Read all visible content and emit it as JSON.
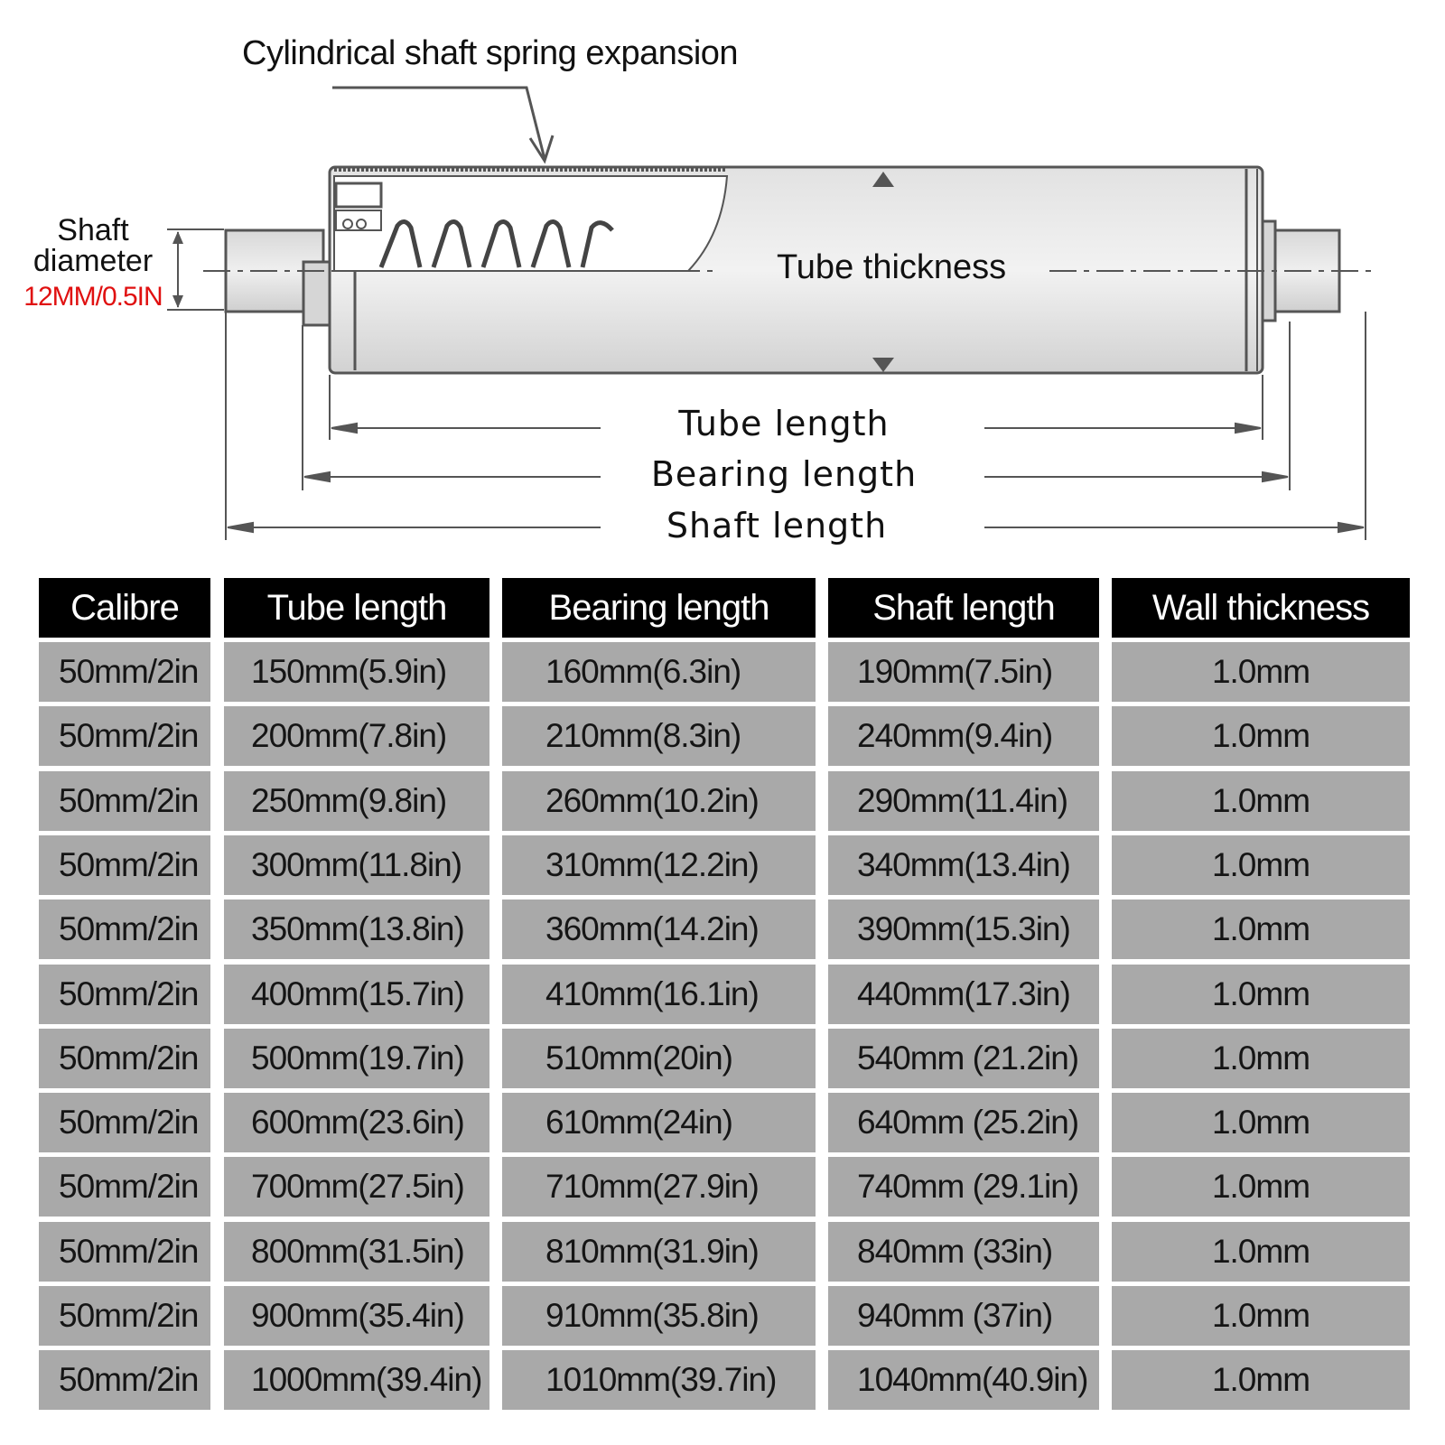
{
  "diagram": {
    "spring_label": "Cylindrical shaft spring expansion",
    "shaft_diameter_label": "Shaft diameter",
    "shaft_diameter_value": "12MM/0.5IN",
    "tube_thickness_label": "Tube thickness",
    "tube_length_label": "Tube length",
    "bearing_length_label": "Bearing length",
    "shaft_length_label": "Shaft length",
    "accent_color": "#e01010"
  },
  "table": {
    "headers": [
      "Calibre",
      "Tube length",
      "Bearing length",
      "Shaft length",
      "Wall thickness"
    ],
    "rows": [
      [
        "50mm/2in",
        "150mm(5.9in)",
        "160mm(6.3in)",
        "190mm(7.5in)",
        "1.0mm"
      ],
      [
        "50mm/2in",
        "200mm(7.8in)",
        "210mm(8.3in)",
        "240mm(9.4in)",
        "1.0mm"
      ],
      [
        "50mm/2in",
        "250mm(9.8in)",
        "260mm(10.2in)",
        "290mm(11.4in)",
        "1.0mm"
      ],
      [
        "50mm/2in",
        "300mm(11.8in)",
        "310mm(12.2in)",
        "340mm(13.4in)",
        "1.0mm"
      ],
      [
        "50mm/2in",
        "350mm(13.8in)",
        "360mm(14.2in)",
        "390mm(15.3in)",
        "1.0mm"
      ],
      [
        "50mm/2in",
        "400mm(15.7in)",
        "410mm(16.1in)",
        "440mm(17.3in)",
        "1.0mm"
      ],
      [
        "50mm/2in",
        "500mm(19.7in)",
        "510mm(20in)",
        "540mm (21.2in)",
        "1.0mm"
      ],
      [
        "50mm/2in",
        "600mm(23.6in)",
        "610mm(24in)",
        "640mm (25.2in)",
        "1.0mm"
      ],
      [
        "50mm/2in",
        "700mm(27.5in)",
        "710mm(27.9in)",
        "740mm (29.1in)",
        "1.0mm"
      ],
      [
        "50mm/2in",
        "800mm(31.5in)",
        "810mm(31.9in)",
        "840mm (33in)",
        "1.0mm"
      ],
      [
        "50mm/2in",
        "900mm(35.4in)",
        "910mm(35.8in)",
        "940mm (37in)",
        "1.0mm"
      ],
      [
        "50mm/2in",
        "1000mm(39.4in)",
        "1010mm(39.7in)",
        "1040mm(40.9in)",
        "1.0mm"
      ]
    ]
  }
}
